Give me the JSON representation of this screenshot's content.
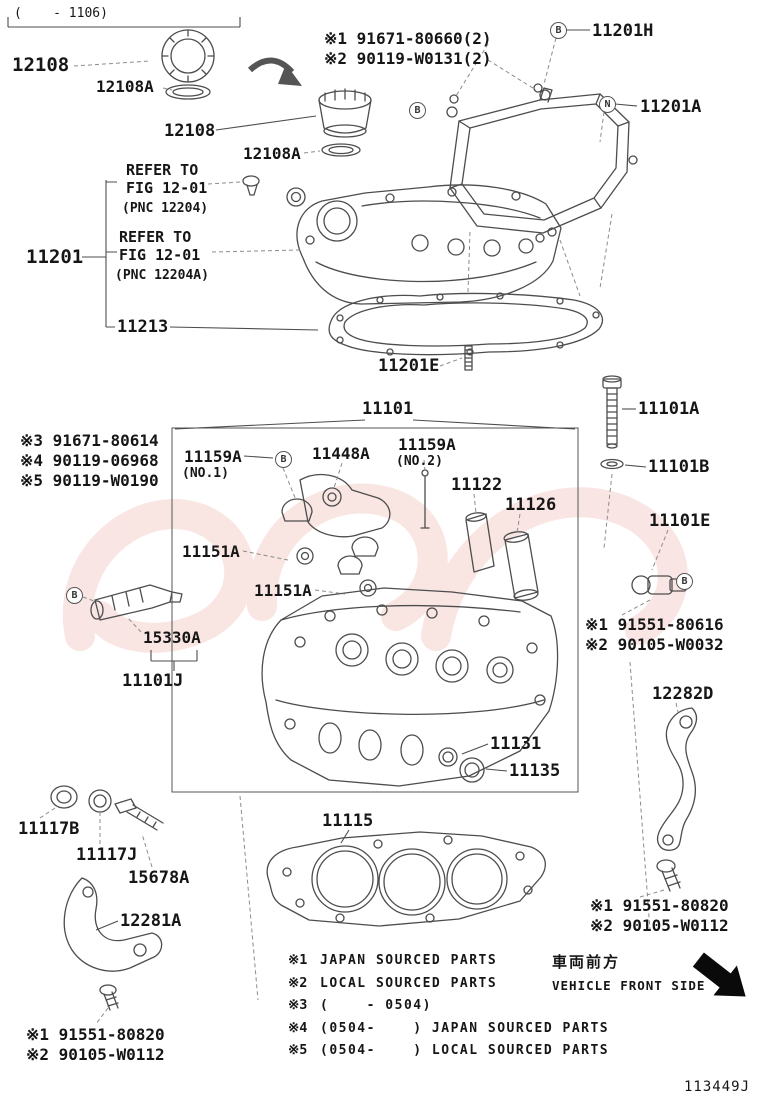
{
  "doc": {
    "number": "113449J",
    "header_range": "(    - 1106)"
  },
  "callouts": [
    {
      "text": "12108"
    },
    {
      "text": "12108A"
    },
    {
      "text": "12108"
    },
    {
      "text": "12108A"
    },
    {
      "text": "REFER TO"
    },
    {
      "text": "FIG 12-01"
    },
    {
      "text": "(PNC 12204)"
    },
    {
      "text": "11201"
    },
    {
      "text": "REFER TO"
    },
    {
      "text": "FIG 12-01"
    },
    {
      "text": "(PNC 12204A)"
    },
    {
      "text": "11213"
    },
    {
      "text": "※1 91671-80660(2)"
    },
    {
      "text": "※2 90119-W0131(2)"
    },
    {
      "text": "11201H"
    },
    {
      "text": "11201A"
    },
    {
      "text": "11201E"
    },
    {
      "text": "11101"
    },
    {
      "text": "11101A"
    },
    {
      "text": "11101B"
    },
    {
      "text": "※3 91671-80614"
    },
    {
      "text": "※4 90119-06968"
    },
    {
      "text": "※5 90119-W0190"
    },
    {
      "text": "11159A"
    },
    {
      "text": "(NO.1)"
    },
    {
      "text": "11448A"
    },
    {
      "text": "11159A"
    },
    {
      "text": "(NO.2)"
    },
    {
      "text": "11122"
    },
    {
      "text": "11126"
    },
    {
      "text": "11101E"
    },
    {
      "text": "11151A"
    },
    {
      "text": "11151A"
    },
    {
      "text": "15330A"
    },
    {
      "text": "11101J"
    },
    {
      "text": "※1 91551-80616"
    },
    {
      "text": "※2 90105-W0032"
    },
    {
      "text": "12282D"
    },
    {
      "text": "11131"
    },
    {
      "text": "11135"
    },
    {
      "text": "11115"
    },
    {
      "text": "11117B"
    },
    {
      "text": "11117J"
    },
    {
      "text": "15678A"
    },
    {
      "text": "12281A"
    },
    {
      "text": "※1 91551-80820"
    },
    {
      "text": "※2 90105-W0112"
    },
    {
      "text": "※1 91551-80820"
    },
    {
      "text": "※2 90105-W0112"
    }
  ],
  "markers": [
    {
      "letter": "B"
    },
    {
      "letter": "N"
    },
    {
      "letter": "B"
    },
    {
      "letter": "B"
    },
    {
      "letter": "B"
    },
    {
      "letter": "B"
    }
  ],
  "legend": {
    "rows": [
      {
        "mark": "※1",
        "text": "JAPAN SOURCED PARTS"
      },
      {
        "mark": "※2",
        "text": "LOCAL SOURCED PARTS"
      },
      {
        "mark": "※3",
        "text": "(    - 0504)"
      },
      {
        "mark": "※4",
        "text": "(0504-    ) JAPAN SOURCED PARTS"
      },
      {
        "mark": "※5",
        "text": "(0504-    ) LOCAL SOURCED PARTS"
      }
    ]
  },
  "front_note": {
    "jp": "車両前方",
    "en": "VEHICLE FRONT SIDE"
  },
  "colors": {
    "line": "#4d4d4d",
    "label": "#161616",
    "watermark": "#f2c6c0",
    "arrow": "#0a0a0a"
  }
}
